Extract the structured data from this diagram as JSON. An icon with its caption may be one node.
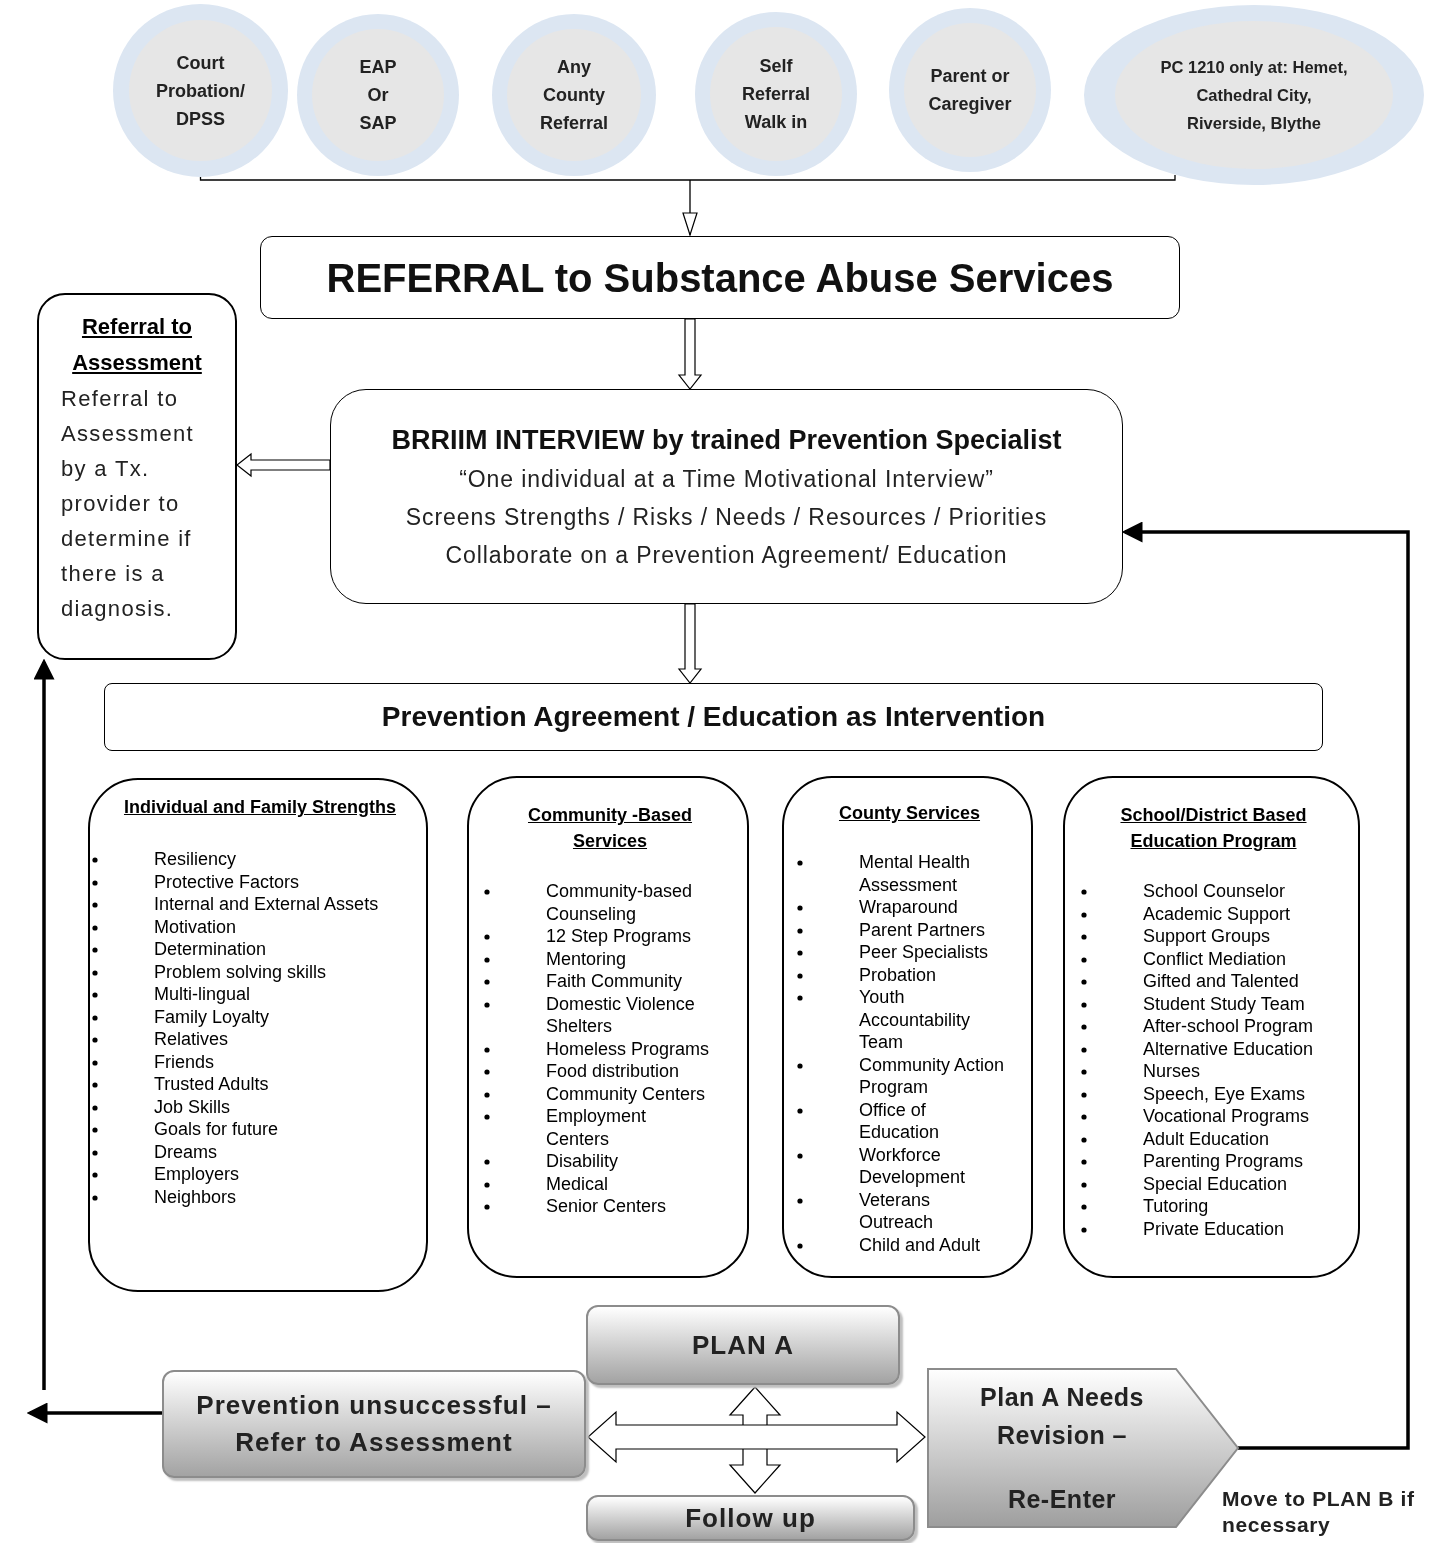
{
  "diagram": {
    "nodes": [
      {
        "text": [
          "Court Probation/ DPSS"
        ]
      },
      {
        "text": [
          "EAP Or SAP"
        ]
      },
      {
        "text": [
          "Any County Referral"
        ]
      },
      {
        "text": [
          "Self Referral Walk in"
        ]
      },
      {
        "text": [
          "Parent or Caregiver"
        ]
      },
      {
        "text": [
          "PC 1210 only at: Hemet, Cathedral City, Riverside, Blythe"
        ]
      },
      {
        "text": [
          "REFERRAL to Substance Abuse Services"
        ]
      },
      {
        "text": [
          "Referral to Assessment",
          "Referral to Assessment by a Tx. provider to determine if there is a diagnosis."
        ]
      },
      {
        "text": [
          "BRRIIM INTERVIEW by trained Prevention Specialist",
          "“One individual at a Time Motivational Interview”",
          "Screens Strengths / Risks / Needs / Resources / Priorities",
          "Collaborate on a Prevention Agreement/ Education"
        ]
      },
      {
        "text": [
          "Prevention Agreement / Education as Intervention"
        ]
      },
      {
        "text": [
          "Individual and Family Strengths",
          "Resiliency",
          "Protective Factors",
          "Internal and External Assets",
          "Motivation",
          "Determination",
          "Problem solving skills",
          "Multi-lingual",
          "Family Loyalty",
          "Relatives",
          "Friends",
          "Trusted Adults",
          "Job Skills",
          "Goals for future",
          "Dreams",
          "Employers",
          "Neighbors"
        ]
      },
      {
        "text": [
          "Community -Based Services",
          "Community-based Counseling",
          "12 Step Programs",
          "Mentoring",
          "Faith Community",
          "Domestic Violence Shelters",
          "Homeless Programs",
          "Food distribution",
          "Community Centers",
          "Employment Centers",
          "Disability",
          "Medical",
          "Senior Centers"
        ]
      },
      {
        "text": [
          "County Services",
          "Mental Health Assessment",
          "Wraparound",
          "Parent Partners",
          "Peer Specialists",
          "Probation",
          "Youth Accountability Team",
          "Community Action Program",
          "Office of Education",
          "Workforce Development",
          "Veterans Outreach",
          "Child and Adult"
        ]
      },
      {
        "text": [
          "School/District Based Education Program",
          "School Counselor",
          "Academic Support",
          "Support Groups",
          "Conflict Mediation",
          "Gifted and Talented",
          "Student Study Team",
          "After-school Program",
          "Alternative Education",
          "Nurses",
          "Speech, Eye Exams",
          "Vocational Programs",
          "Adult Education",
          "Parenting Programs",
          "Special Education",
          "Tutoring",
          "Private Education"
        ]
      },
      {
        "text": [
          "PLAN A"
        ]
      },
      {
        "text": [
          "Prevention unsuccessful – Refer to Assessment"
        ]
      },
      {
        "text": [
          "Plan A Needs Revision –",
          "Re-Enter"
        ]
      },
      {
        "text": [
          "Follow up"
        ]
      }
    ],
    "edges": [
      {
        "from": 0,
        "to": 6,
        "arrow": "to"
      },
      {
        "from": 5,
        "to": 6,
        "arrow": "to"
      },
      {
        "from": 6,
        "to": 8,
        "arrow": "to"
      },
      {
        "from": 8,
        "to": 7,
        "arrow": "to"
      },
      {
        "from": 8,
        "to": 9,
        "arrow": "to"
      },
      {
        "from": 15,
        "to": null,
        "arrow": "to"
      },
      {
        "from": null,
        "to": 7,
        "arrow": "to"
      },
      {
        "from": 16,
        "to": 8,
        "arrow": "to"
      },
      {
        "from": 14,
        "to": 17,
        "arrow": "both"
      },
      {
        "from": 15,
        "to": 16,
        "arrow": "both"
      }
    ],
    "labels": [
      "Move to PLAN B if necessary"
    ]
  }
}
